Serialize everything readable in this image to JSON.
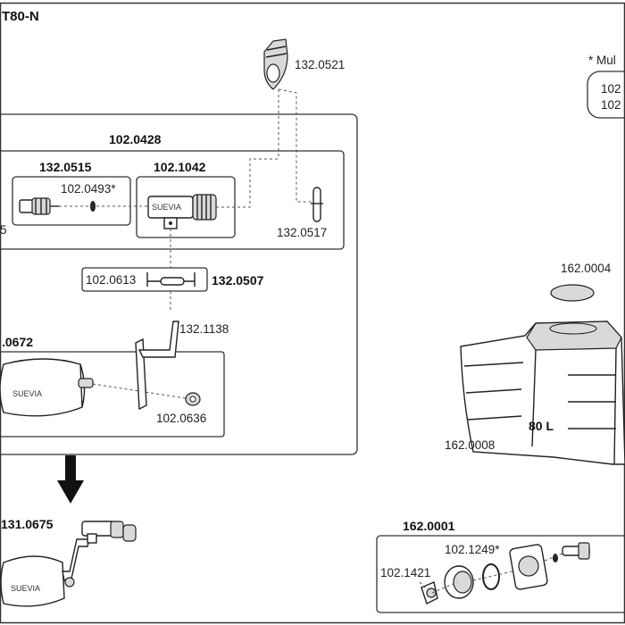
{
  "title": "T80-N",
  "note": {
    "prefix": "* Mul",
    "codes": [
      "102",
      "102"
    ]
  },
  "labels": {
    "p132_0521": "132.0521",
    "p102_0428": "102.0428",
    "p132_0515": "132.0515",
    "p102_1042": "102.1042",
    "p102_0493": "102.0493*",
    "left_cut": "5",
    "p132_0517": "132.0517",
    "p102_0613": "102.0613",
    "p132_0507": "132.0507",
    "p132_1138": "132.1138",
    "p102_0672": ".0672",
    "p102_0636": "102.0636",
    "p131_0675": "131.0675",
    "p162_0004": "162.0004",
    "p162_0008": "162.0008",
    "p162_0001": "162.0001",
    "p102_1249": "102.1249*",
    "p102_1421": "102.1421"
  },
  "brand": "SUEVIA",
  "tank_capacity": "80 L"
}
